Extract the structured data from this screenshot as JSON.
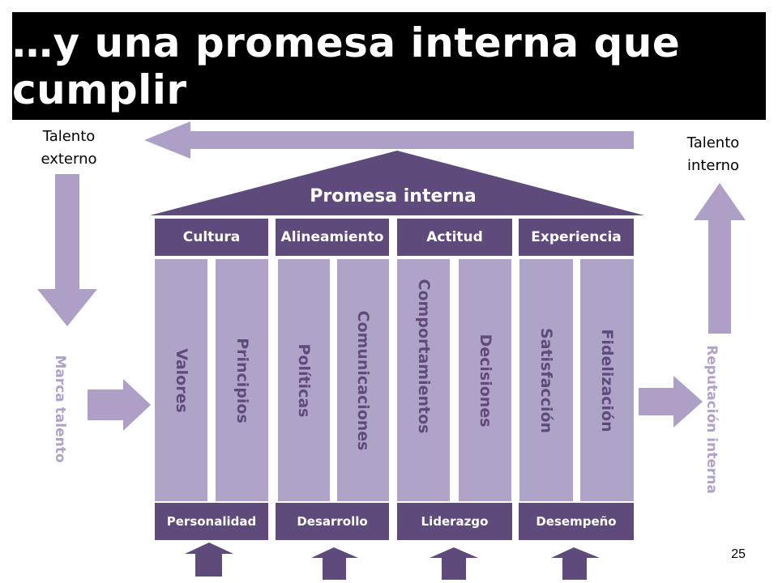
{
  "title": "…y una promesa interna que cumplir",
  "left_label": "Talento\nexterno",
  "right_label": "Talento\ninterno",
  "roof_label": "Promesa interna",
  "left_side_text": "Marca talento",
  "right_side_text": "Reputación interna",
  "columns": [
    {
      "header": "Cultura",
      "pillars": [
        "Valores",
        "Principios"
      ],
      "footer": "Personalidad"
    },
    {
      "header": "Alineamiento",
      "pillars": [
        "Políticas",
        "Comunicaciones"
      ],
      "footer": "Desarrollo"
    },
    {
      "header": "Actitud",
      "pillars": [
        "Comportamientos",
        "Decisiones"
      ],
      "footer": "Liderazgo"
    },
    {
      "header": "Experiencia",
      "pillars": [
        "Satisfacción",
        "Fidelización"
      ],
      "footer": "Desempeño"
    }
  ],
  "page_number": "25",
  "colors": {
    "dark_purple": "#5e4a7b",
    "light_purple": "#b0a3c8",
    "arrow_purple": "#ad9fc6"
  }
}
